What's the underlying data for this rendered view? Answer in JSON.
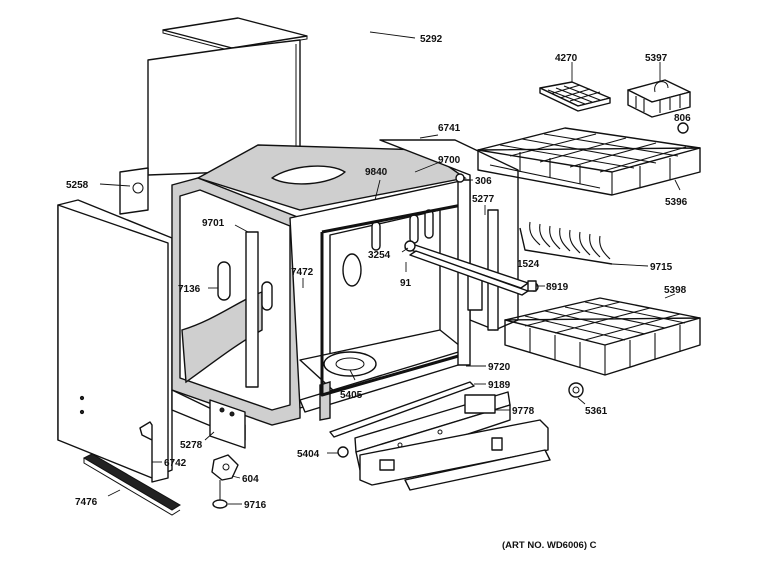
{
  "diagram": {
    "art_no": "(ART NO. WD6006) C",
    "callouts": [
      {
        "id": "5292",
        "text": "5292"
      },
      {
        "id": "4270",
        "text": "4270"
      },
      {
        "id": "5397",
        "text": "5397"
      },
      {
        "id": "806",
        "text": "806"
      },
      {
        "id": "6741",
        "text": "6741"
      },
      {
        "id": "9700",
        "text": "9700"
      },
      {
        "id": "9840",
        "text": "9840"
      },
      {
        "id": "306",
        "text": "306"
      },
      {
        "id": "5277",
        "text": "5277"
      },
      {
        "id": "5396",
        "text": "5396"
      },
      {
        "id": "5258",
        "text": "5258"
      },
      {
        "id": "9701",
        "text": "9701"
      },
      {
        "id": "3254",
        "text": "3254"
      },
      {
        "id": "7472",
        "text": "7472"
      },
      {
        "id": "1524",
        "text": "1524"
      },
      {
        "id": "9715",
        "text": "9715"
      },
      {
        "id": "91",
        "text": "91"
      },
      {
        "id": "8919",
        "text": "8919"
      },
      {
        "id": "7136",
        "text": "7136"
      },
      {
        "id": "5398",
        "text": "5398"
      },
      {
        "id": "9720",
        "text": "9720"
      },
      {
        "id": "9189",
        "text": "9189"
      },
      {
        "id": "5405",
        "text": "5405"
      },
      {
        "id": "9778",
        "text": "9778"
      },
      {
        "id": "5361",
        "text": "5361"
      },
      {
        "id": "5278",
        "text": "5278"
      },
      {
        "id": "5404",
        "text": "5404"
      },
      {
        "id": "6742",
        "text": "6742"
      },
      {
        "id": "604",
        "text": "604"
      },
      {
        "id": "7476",
        "text": "7476"
      },
      {
        "id": "9716",
        "text": "9716"
      }
    ]
  }
}
